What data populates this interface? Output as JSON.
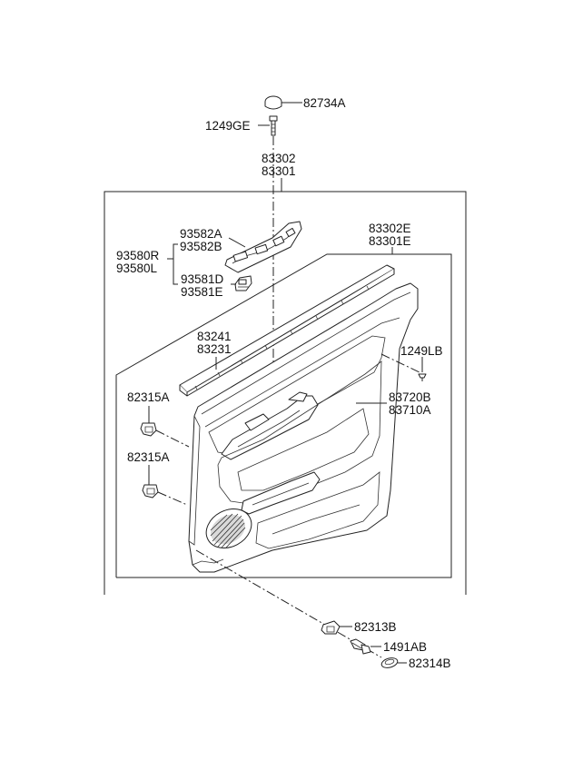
{
  "diagram": {
    "labels": {
      "p82734A": "82734A",
      "p1249GE": "1249GE",
      "p83302": "83302",
      "p83301": "83301",
      "p83302E": "83302E",
      "p83301E": "83301E",
      "p93582A": "93582A",
      "p93582B": "93582B",
      "p93580R": "93580R",
      "p93580L": "93580L",
      "p93581D": "93581D",
      "p93581E": "93581E",
      "p83241": "83241",
      "p83231": "83231",
      "p1249LB": "1249LB",
      "p82315A_1": "82315A",
      "p82315A_2": "82315A",
      "p83720B": "83720B",
      "p83710A": "83710A",
      "p82313B": "82313B",
      "p1491AB": "1491AB",
      "p82314B": "82314B"
    }
  }
}
